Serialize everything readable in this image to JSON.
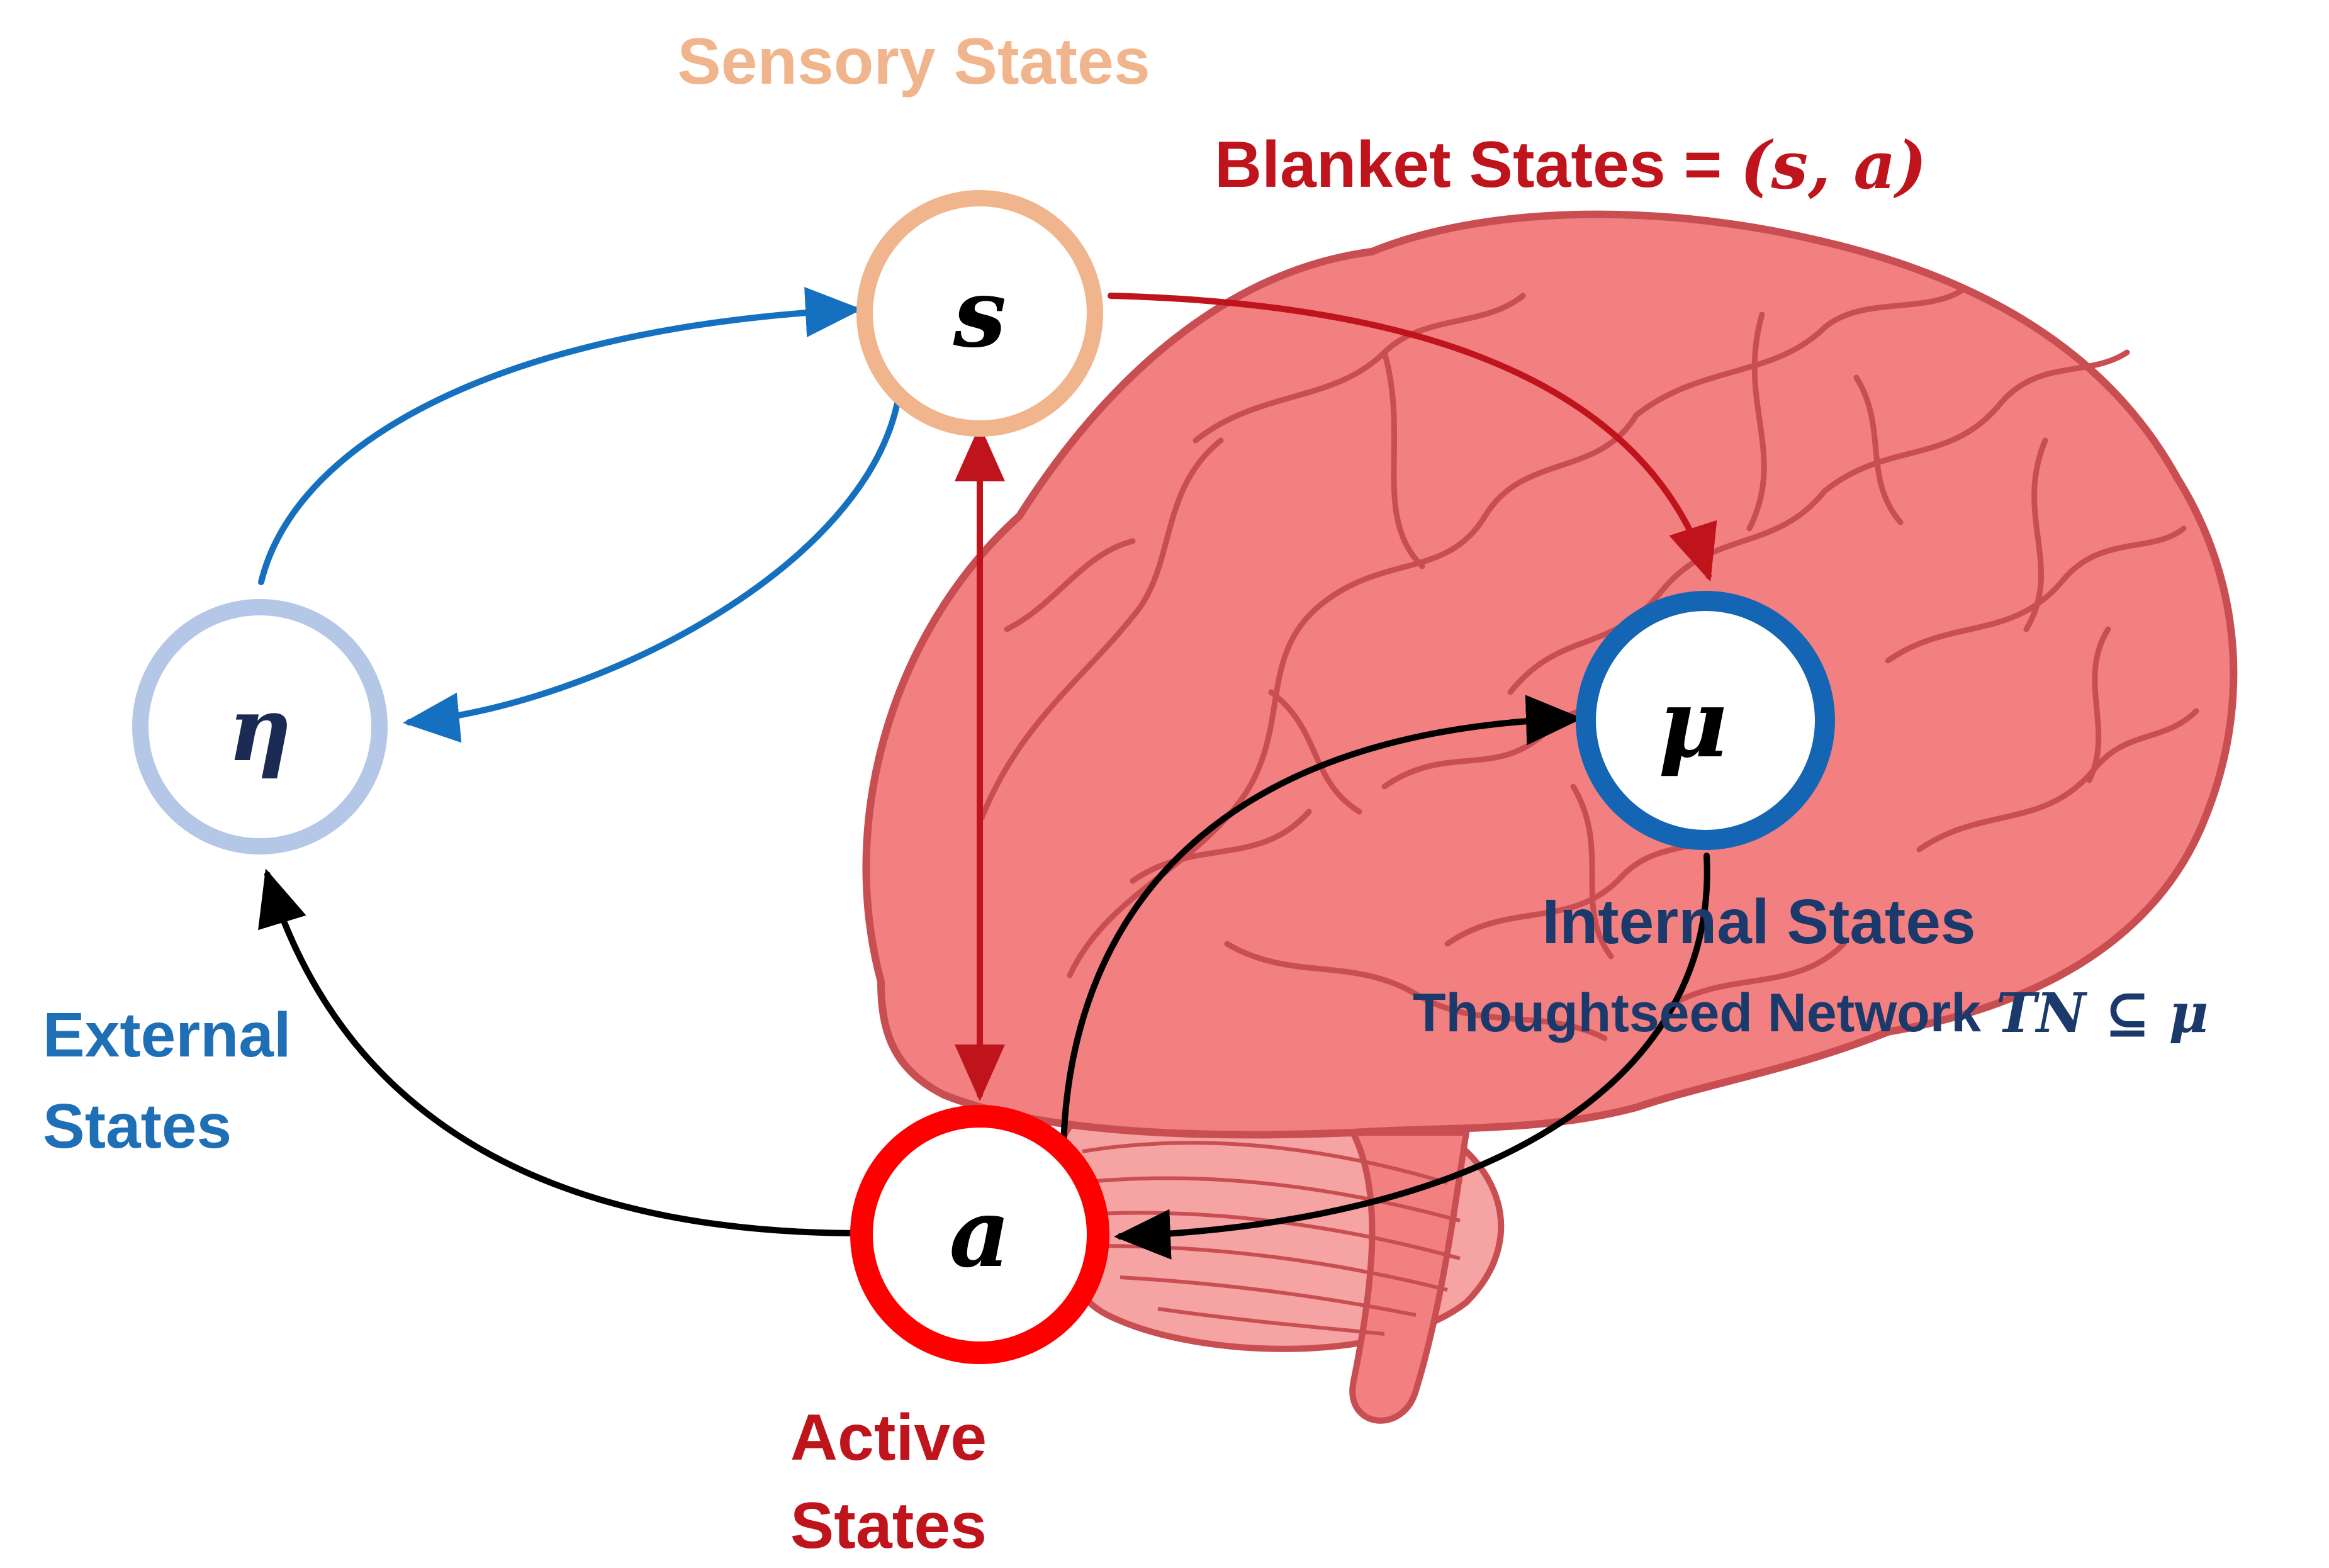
{
  "colors": {
    "sensory": "#f0b58c",
    "blanket": "#c0141c",
    "external": "#1f6fb7",
    "external_ring": "#b4c7e7",
    "internal": "#1b3a6b",
    "internal_ring": "#1565b5",
    "active_ring": "#ff0000",
    "brain_fill": "#f28080",
    "brain_line": "#c94e52",
    "arrow_black": "#000000",
    "arrow_blue": "#1570bf",
    "arrow_red": "#c0141c"
  },
  "nodes": {
    "s": "s",
    "eta": "η",
    "mu": "μ",
    "a": "a"
  },
  "labels": {
    "sensory_states": "Sensory States",
    "blanket_prefix": "Blanket States = ",
    "blanket_math": "(s, a)",
    "external_line1": "External",
    "external_line2": "States",
    "internal_states": "Internal States",
    "thoughtseed_prefix": "Thoughtseed Network ",
    "thoughtseed_math": "TN  ⊆ μ",
    "active_line1": "Active",
    "active_line2": "States"
  }
}
